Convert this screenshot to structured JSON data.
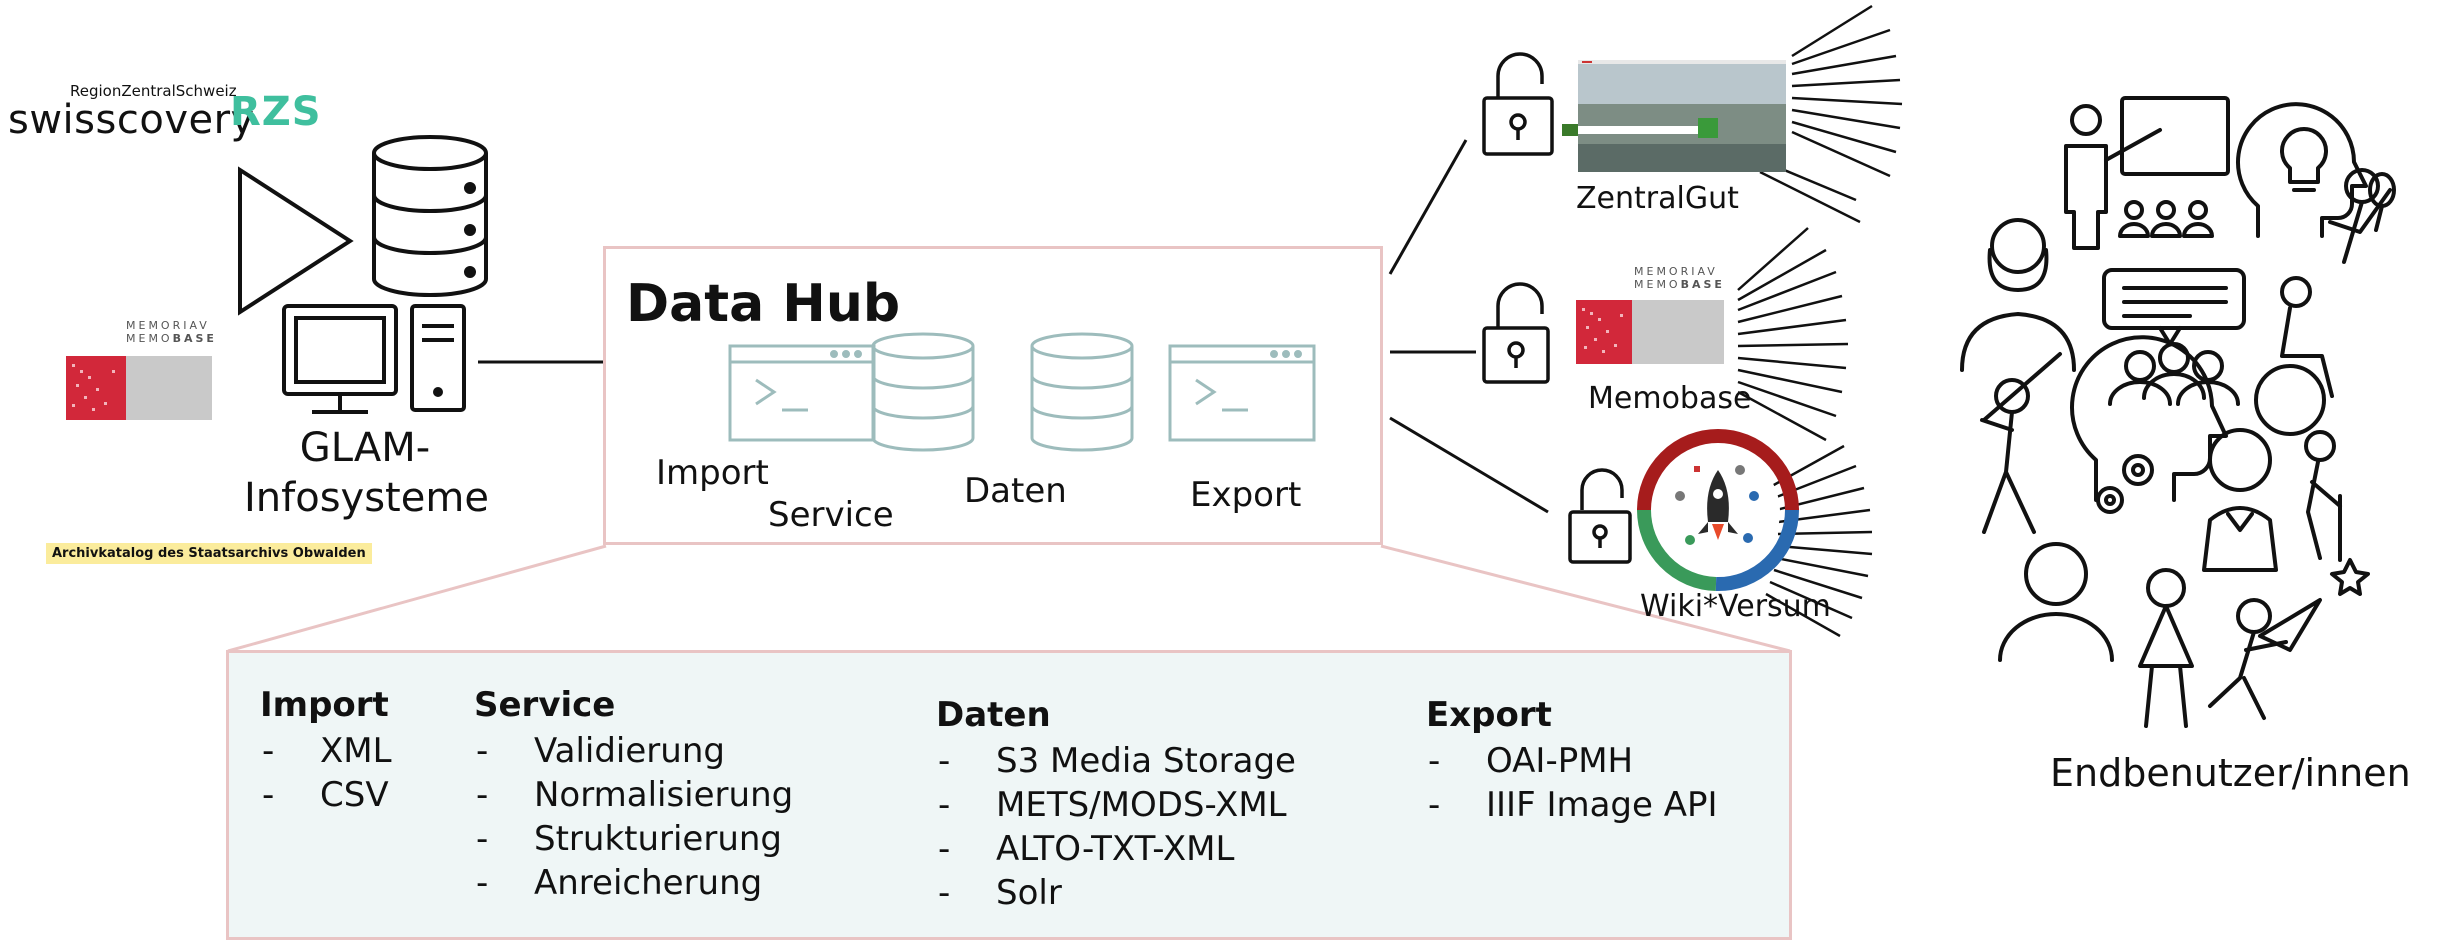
{
  "hub": {
    "title": "Data Hub",
    "import_label": "Import",
    "service_label": "Service",
    "daten_label": "Daten",
    "export_label": "Export"
  },
  "sources": {
    "swisscovery_small": "RegionZentralSchweiz",
    "swisscovery_main": "swisscovery",
    "rzs_logo": "RZS",
    "memoriav_line1": "MEMORIAV",
    "memoriav_line2_a": "MEMO",
    "memoriav_line2_b": "BASE",
    "glam_line1": "GLAM-",
    "glam_line2": "Infosysteme",
    "archiv_label": "Archivkatalog des Staatsarchivs Obwalden"
  },
  "targets": {
    "zentralgut": "ZentralGut",
    "memobase": "Memobase",
    "memo_line1": "MEMORIAV",
    "memo_line2_a": "MEMO",
    "memo_line2_b": "BASE",
    "wikiversum": "Wiki*Versum"
  },
  "endusers": {
    "label": "Endbenutzer/innen"
  },
  "details": {
    "import": {
      "title": "Import",
      "items": [
        "XML",
        "CSV"
      ]
    },
    "service": {
      "title": "Service",
      "items": [
        "Validierung",
        "Normalisierung",
        "Strukturierung",
        "Anreicherung"
      ]
    },
    "daten": {
      "title": "Daten",
      "items": [
        "S3 Media Storage",
        "METS/MODS-XML",
        "ALTO-TXT-XML",
        "Solr"
      ]
    },
    "export": {
      "title": "Export",
      "items": [
        "OAI-PMH",
        "IIIF Image API"
      ]
    },
    "bullet": "-"
  },
  "colors": {
    "box_border": "#e9c4c4",
    "detail_bg": "#eff6f6",
    "hub_icon": "#9dbcbc",
    "rzs_green": "#3fbf9e",
    "rzs_purple": "#4a3aa0",
    "memobase_red": "#d2283a",
    "archiv_yellow": "#fbec9c"
  }
}
